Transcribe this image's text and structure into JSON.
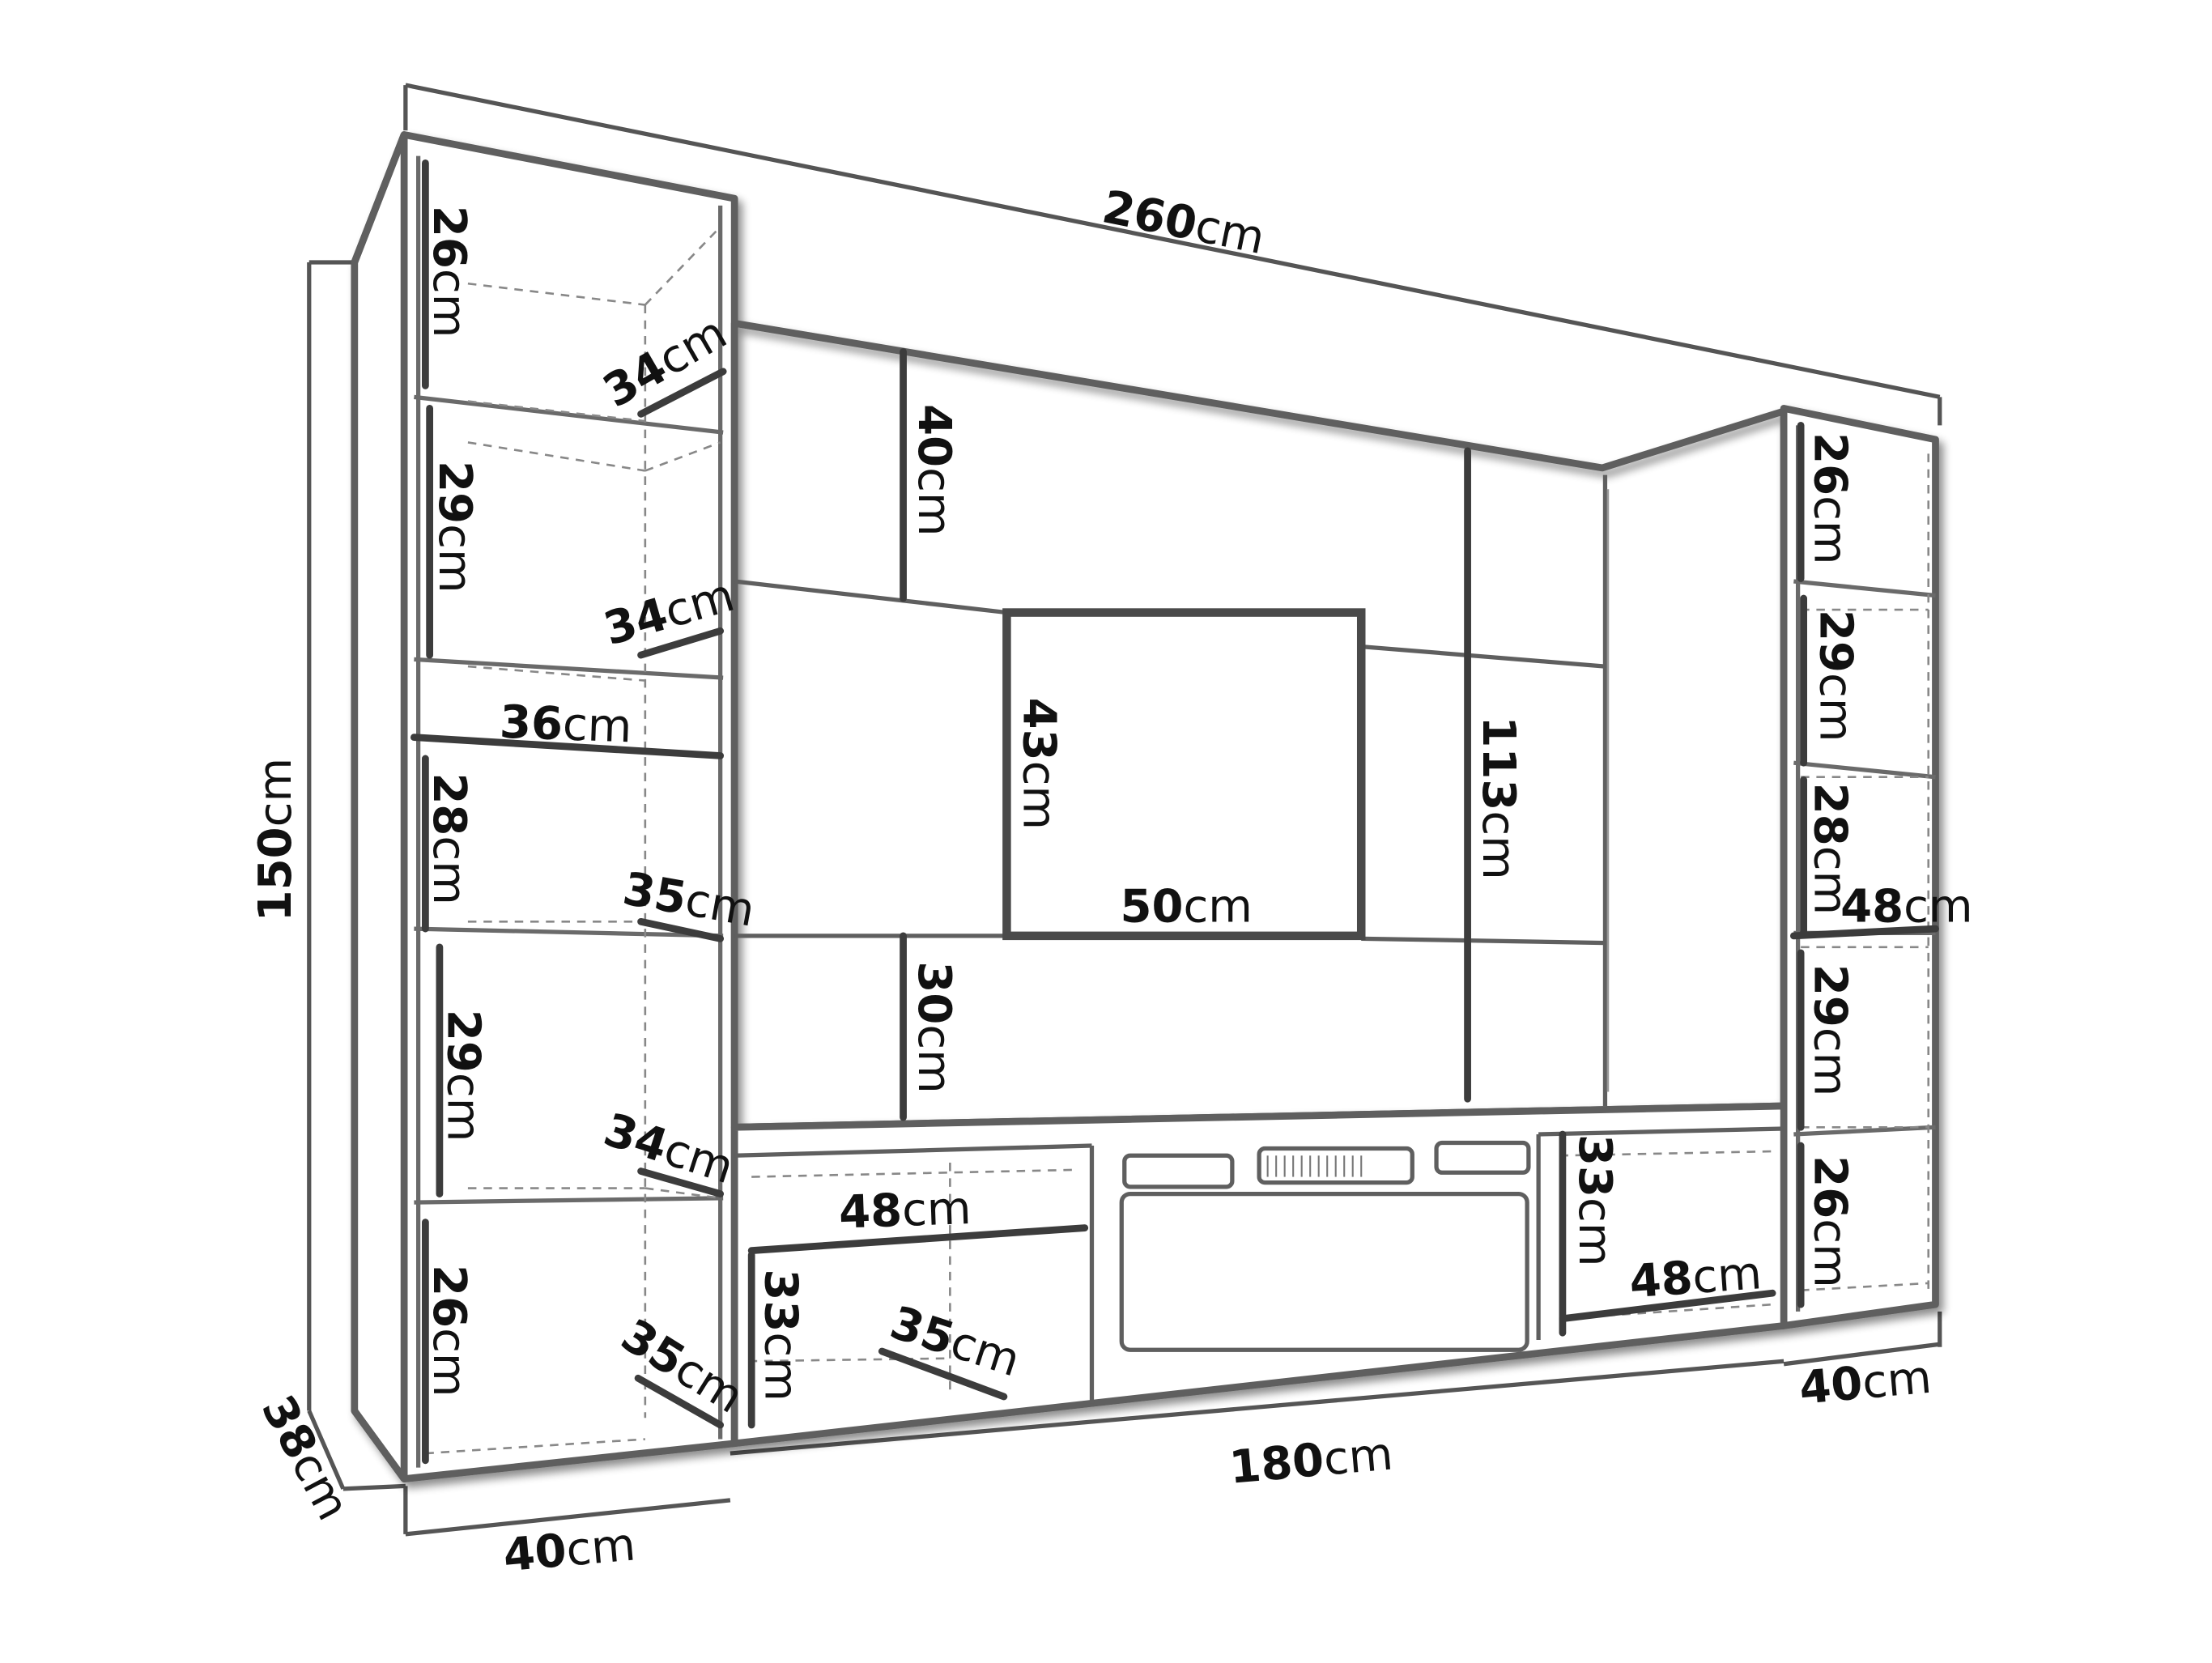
{
  "labels": {
    "overall_width": {
      "num": "260",
      "unit": "cm"
    },
    "overall_height": {
      "num": "150",
      "unit": "cm"
    },
    "depth_main": {
      "num": "38",
      "unit": "cm"
    },
    "left_width": {
      "num": "40",
      "unit": "cm"
    },
    "center_width": {
      "num": "180",
      "unit": "cm"
    },
    "right_width": {
      "num": "40",
      "unit": "cm"
    },
    "l_h1": {
      "num": "26",
      "unit": "cm"
    },
    "l_h2": {
      "num": "29",
      "unit": "cm"
    },
    "l_h3": {
      "num": "28",
      "unit": "cm"
    },
    "l_h4": {
      "num": "29",
      "unit": "cm"
    },
    "l_h5": {
      "num": "26",
      "unit": "cm"
    },
    "l_d1": {
      "num": "34",
      "unit": "cm"
    },
    "l_d2": {
      "num": "34",
      "unit": "cm"
    },
    "l_w": {
      "num": "36",
      "unit": "cm"
    },
    "l_d3": {
      "num": "35",
      "unit": "cm"
    },
    "l_d4": {
      "num": "34",
      "unit": "cm"
    },
    "l_d5": {
      "num": "35",
      "unit": "cm"
    },
    "top_h": {
      "num": "40",
      "unit": "cm"
    },
    "tv_h": {
      "num": "43",
      "unit": "cm"
    },
    "tv_w": {
      "num": "50",
      "unit": "cm"
    },
    "panel_h": {
      "num": "113",
      "unit": "cm"
    },
    "mid_h": {
      "num": "30",
      "unit": "cm"
    },
    "b_w1": {
      "num": "48",
      "unit": "cm"
    },
    "b_h1": {
      "num": "33",
      "unit": "cm"
    },
    "b_d1": {
      "num": "35",
      "unit": "cm"
    },
    "b_h2": {
      "num": "33",
      "unit": "cm"
    },
    "b_w2": {
      "num": "48",
      "unit": "cm"
    },
    "r_h1": {
      "num": "26",
      "unit": "cm"
    },
    "r_h2": {
      "num": "29",
      "unit": "cm"
    },
    "r_h3": {
      "num": "28",
      "unit": "cm"
    },
    "r_w": {
      "num": "48",
      "unit": "cm"
    },
    "r_h4": {
      "num": "29",
      "unit": "cm"
    },
    "r_h5": {
      "num": "26",
      "unit": "cm"
    }
  }
}
